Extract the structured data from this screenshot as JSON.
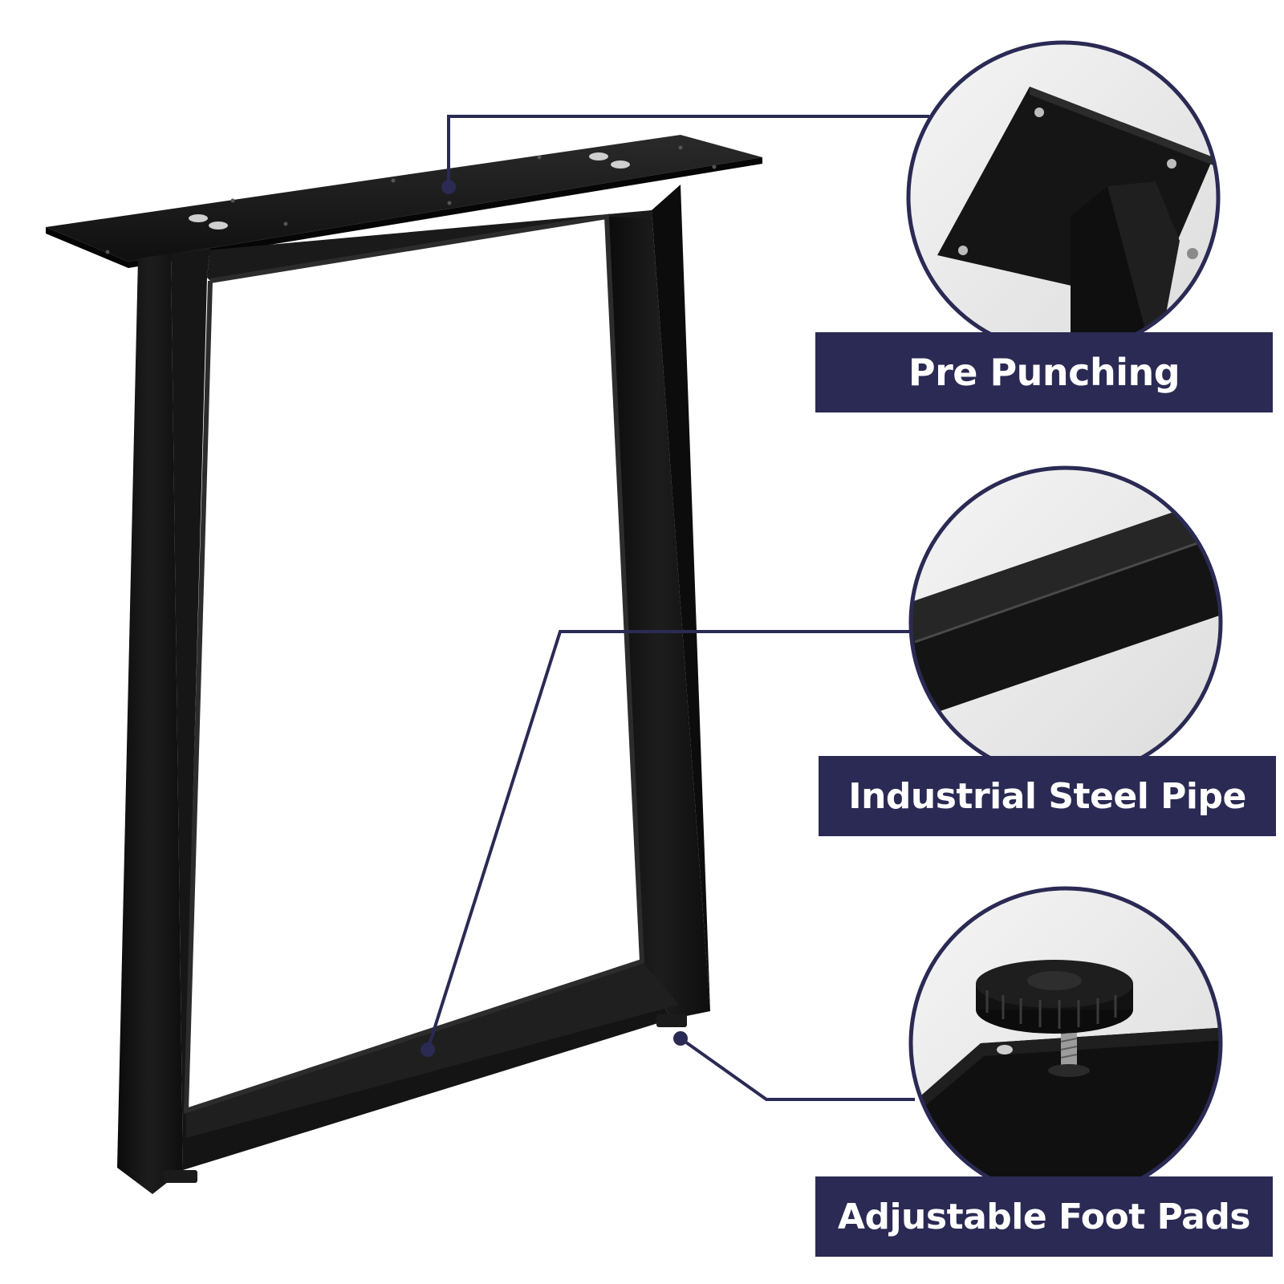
{
  "colors": {
    "accent_navy": "#2a2a54",
    "steel_black": "#121212",
    "background": "#ffffff"
  },
  "features": [
    {
      "label": "Pre Punching"
    },
    {
      "label": "Industrial Steel Pipe"
    },
    {
      "label": "Adjustable Foot Pads"
    }
  ]
}
